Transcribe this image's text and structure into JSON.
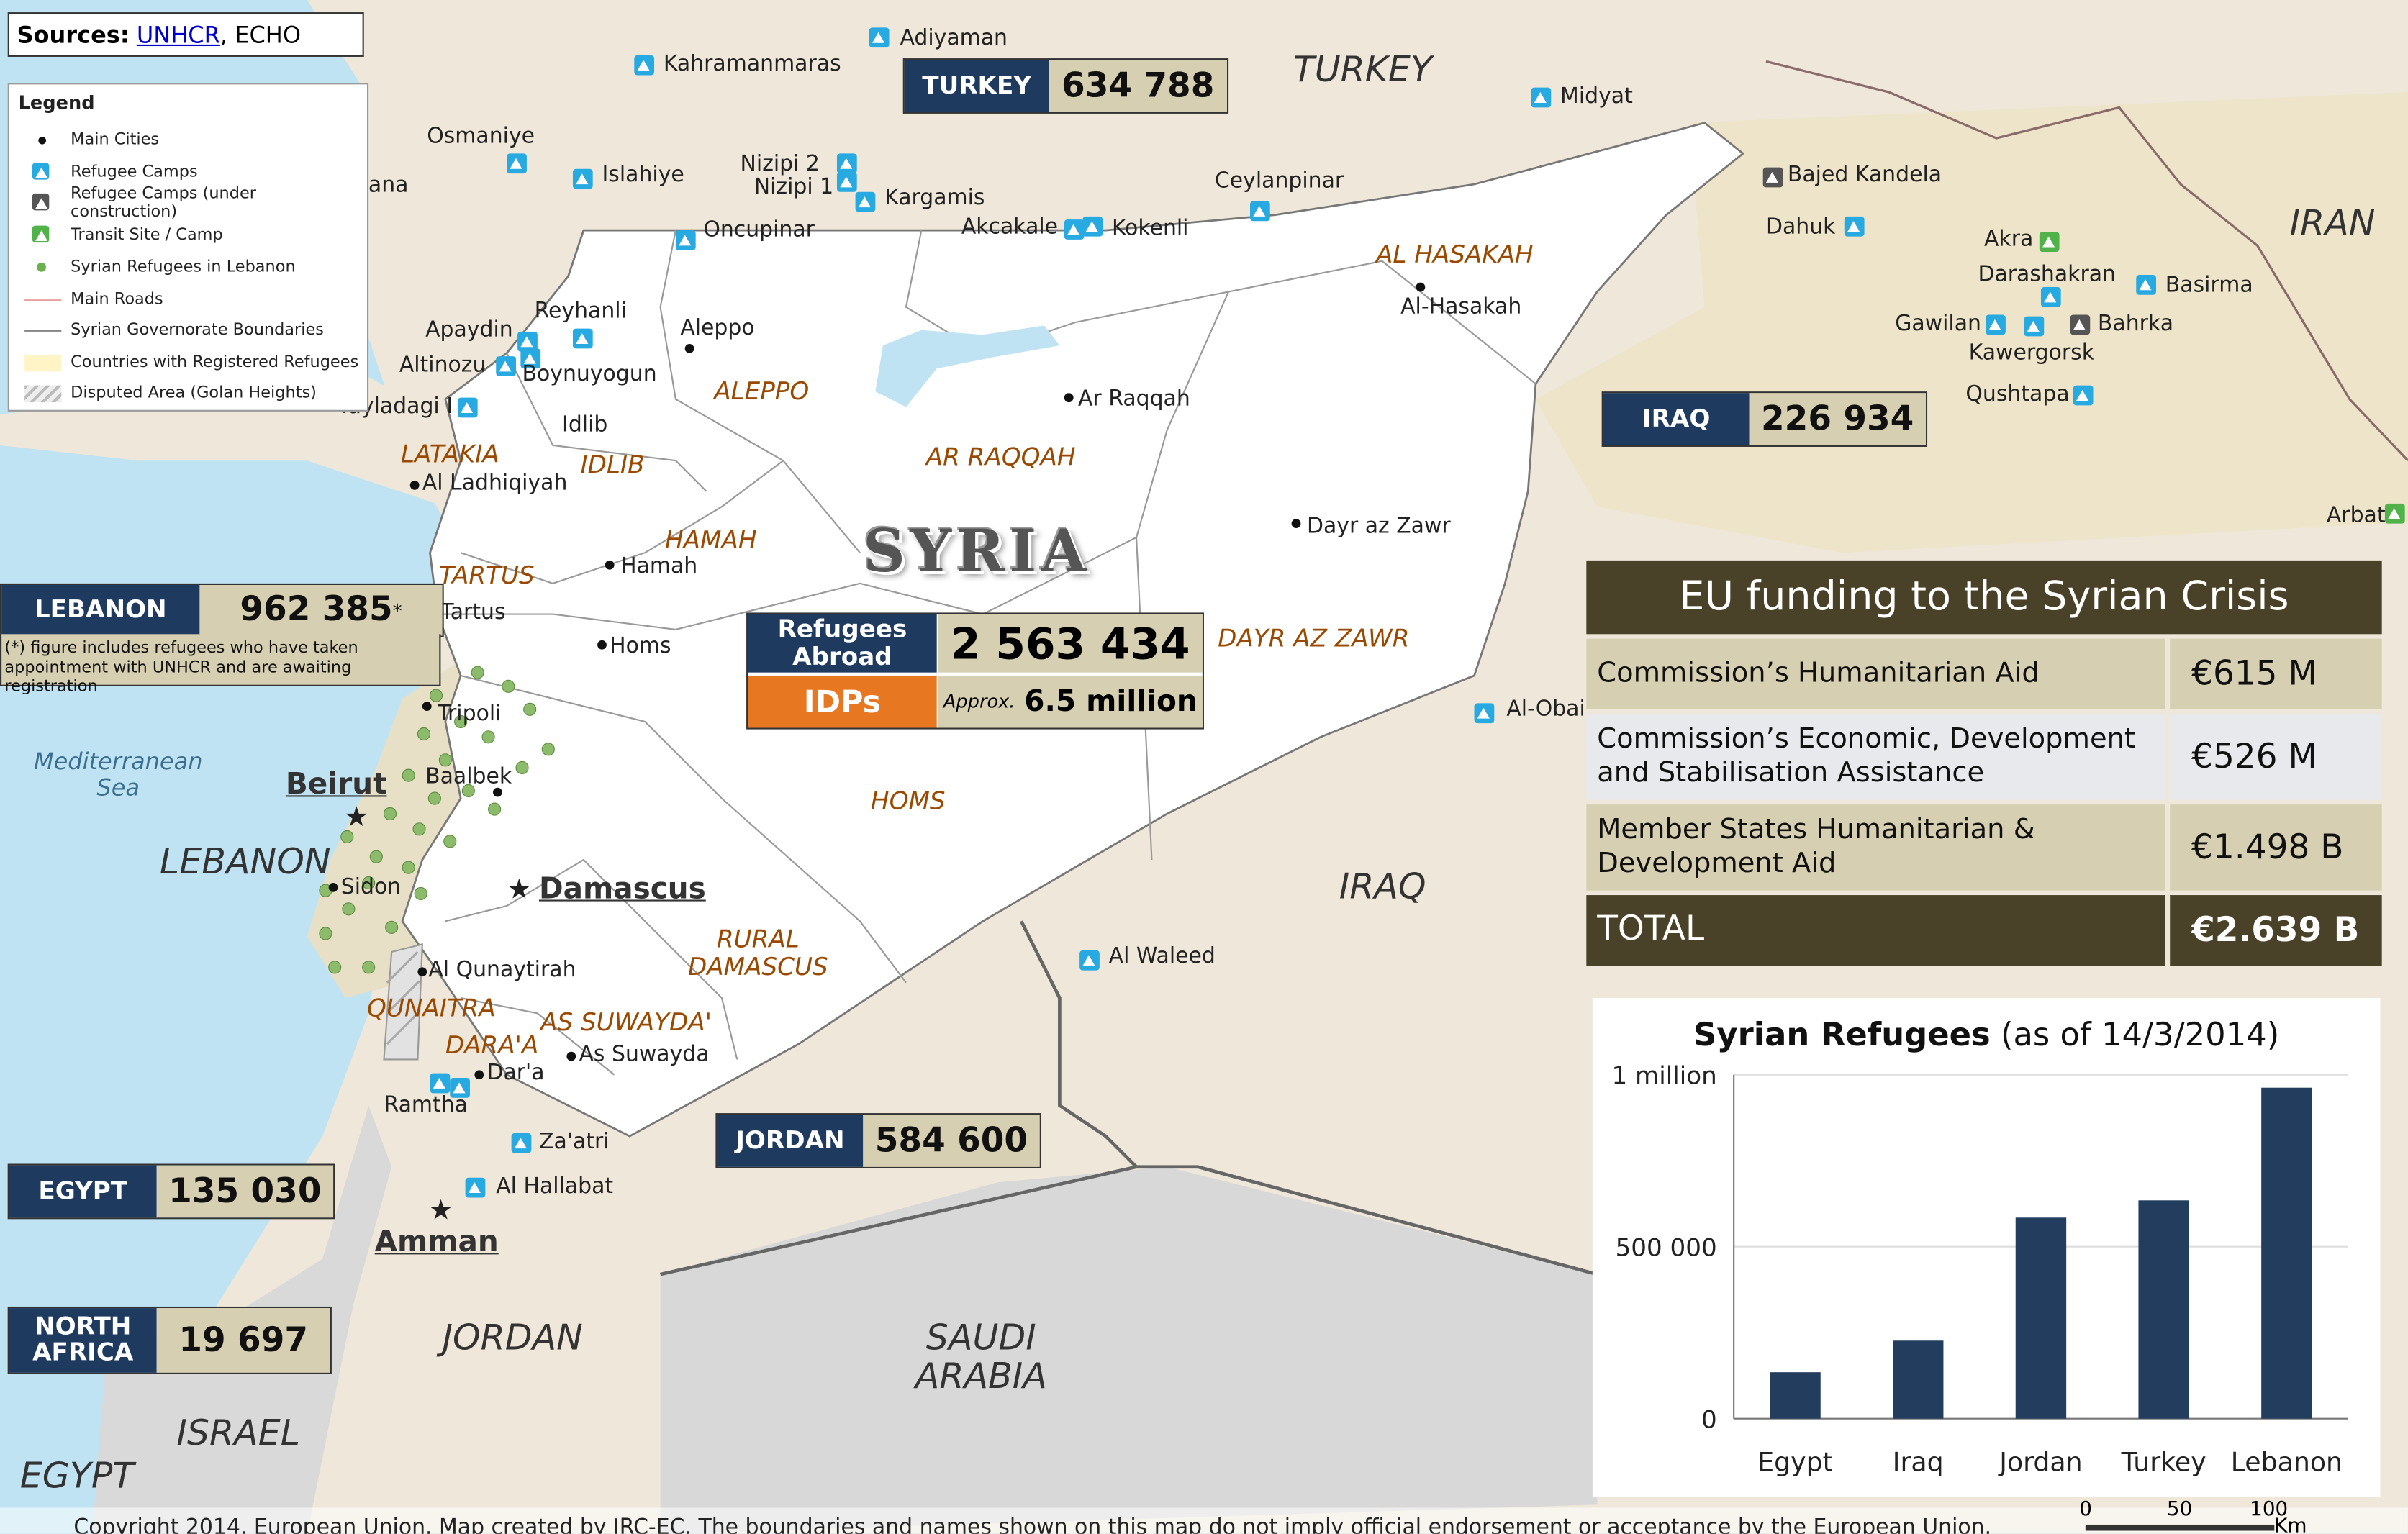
{
  "sources": {
    "label": "Sources:",
    "link": "UNHCR",
    "rest": ", ECHO"
  },
  "legend": {
    "title": "Legend",
    "items": [
      "Main Cities",
      "Refugee Camps",
      "Refugee Camps (under construction)",
      "Transit Site / Camp",
      "Syrian Refugees in Lebanon",
      "Main Roads",
      "Syrian Governorate Boundaries",
      "Countries with Registered Refugees",
      "Disputed Area (Golan Heights)"
    ]
  },
  "country_names": {
    "turkey": "TURKEY",
    "iran": "IRAN",
    "iraq": "IRAQ",
    "lebanon": "LEBANON",
    "jordan": "JORDAN",
    "saudi": "SAUDI\nARABIA",
    "israel": "ISRAEL",
    "egypt": "EGYPT",
    "syria": "SYRIA",
    "sea": "Mediterranean\nSea"
  },
  "governorates": {
    "al_hasakah": "AL HASAKAH",
    "aleppo": "ALEPPO",
    "ar_raqqah": "AR RAQQAH",
    "latakia": "LATAKIA",
    "idlib": "IDLIB",
    "hamah": "HAMAH",
    "tartus": "TARTUS",
    "dayr": "DAYR AZ ZAWR",
    "homs": "HOMS",
    "rural_damascus": "RURAL\nDAMASCUS",
    "quneitra": "QUNAITRA",
    "as_suwayda": "AS SUWAYDA'",
    "daraa": "DARA'A"
  },
  "cities": {
    "adiyaman": "Adiyaman",
    "kahramanmaras": "Kahramanmaras",
    "midyat": "Midyat",
    "osmaniye": "Osmaniye",
    "islahiye": "Islahiye",
    "nizipi2": "Nizipi 2",
    "nizipi1": "Nizipi 1",
    "kargamis": "Kargamis",
    "ceylanpinar": "Ceylanpinar",
    "oncupinar": "Oncupinar",
    "akcakale": "Akcakale",
    "kokenli": "Kokenli",
    "ilana": "lana",
    "bajed": "Bajed Kandela",
    "dahuk": "Dahuk",
    "akra": "Akra",
    "darashakran": "Darashakran",
    "basirma": "Basirma",
    "gawilan": "Gawilan",
    "bahrka": "Bahrka",
    "kawergorsk": "Kawergorsk",
    "qushtapa": "Qushtapa",
    "arbat": "Arbat",
    "reyhanli": "Reyhanli",
    "apaydin": "Apaydin",
    "aleppo": "Aleppo",
    "altinozu": "Altinozu",
    "boynuyogun": "Boynuyogun",
    "yayladagi": "Yayladagi I",
    "idlib": "Idlib",
    "al_hasakah": "Al-Hasakah",
    "ar_raqqah": "Ar Raqqah",
    "al_ladhiqiyah": "Al Ladhiqiyah",
    "dayr_az_zawr": "Dayr az Zawr",
    "hamah": "Hamah",
    "tartus": "Tartus",
    "homs": "Homs",
    "al_obai": "Al-Obai",
    "tripoli": "Tripoli",
    "baalbek": "Baalbek",
    "sidon": "Sidon",
    "al_waleed": "Al Waleed",
    "al_qunaytirah": "Al Qunaytirah",
    "daraa": "Dar'a",
    "as_suwayda": "As Suwayda",
    "ramtha": "Ramtha",
    "zaatri": "Za'atri",
    "al_hallabat": "Al Hallabat"
  },
  "capitals": {
    "beirut": "Beirut",
    "damascus": "Damascus",
    "amman": "Amman"
  },
  "countries": {
    "turkey": {
      "name": "TURKEY",
      "value": "634 788"
    },
    "iraq": {
      "name": "IRAQ",
      "value": "226 934"
    },
    "lebanon": {
      "name": "LEBANON",
      "value": "962 385",
      "sup": "*",
      "note": "(*) figure includes refugees who have taken\nappointment with UNHCR and are awaiting registration"
    },
    "jordan": {
      "name": "JORDAN",
      "value": "584 600"
    },
    "egypt": {
      "name": "EGYPT",
      "value": "135 030"
    },
    "north_africa": {
      "name": "NORTH\nAFRICA",
      "value": "19 697"
    }
  },
  "syria_box": {
    "abroad_label": "Refugees\nAbroad",
    "abroad_value": "2 563 434",
    "idps_label": "IDPs",
    "approx": "Approx.",
    "idps_value": "6.5 million"
  },
  "funding": {
    "title": "EU funding to the Syrian Crisis",
    "rows": [
      {
        "label": "Commission’s Humanitarian Aid",
        "value": "€615 M"
      },
      {
        "label": "Commission’s Economic, Development and Stabilisation Assistance",
        "value": "€526 M"
      },
      {
        "label": "Member States Humanitarian & Development Aid",
        "value": "€1.498 B"
      }
    ],
    "total_label": "TOTAL",
    "total_value": "€2.639 B"
  },
  "chart_data": {
    "type": "bar",
    "title": "Syrian Refugees",
    "subtitle": "(as of 14/3/2014)",
    "categories": [
      "Egypt",
      "Iraq",
      "Jordan",
      "Turkey",
      "Lebanon"
    ],
    "values": [
      135030,
      226934,
      584600,
      634788,
      962385
    ],
    "y_ticks": [
      "0",
      "500 000",
      "1 million"
    ],
    "ylim": [
      0,
      1000000
    ],
    "grid": true,
    "bar_color": "#233d5e"
  },
  "scale_bar": {
    "ticks": [
      "0",
      "50",
      "100"
    ],
    "unit": "Km"
  },
  "footer": "Copyright 2014, European Union. Map created by JRC-EC. The boundaries and names shown on this map do not imply official endorsement or acceptance by the European Union."
}
